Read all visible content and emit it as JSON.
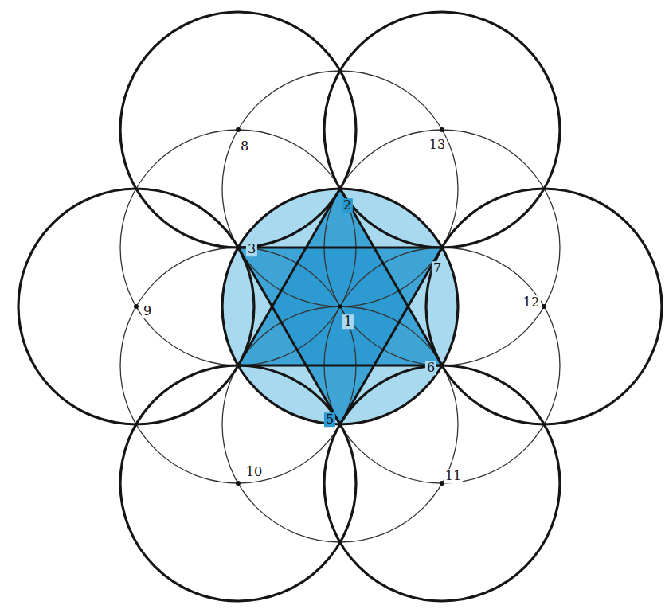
{
  "diagram": {
    "labels": [
      "1",
      "2",
      "3",
      "5",
      "6",
      "7",
      "8",
      "9",
      "10",
      "11",
      "12",
      "13"
    ]
  }
}
